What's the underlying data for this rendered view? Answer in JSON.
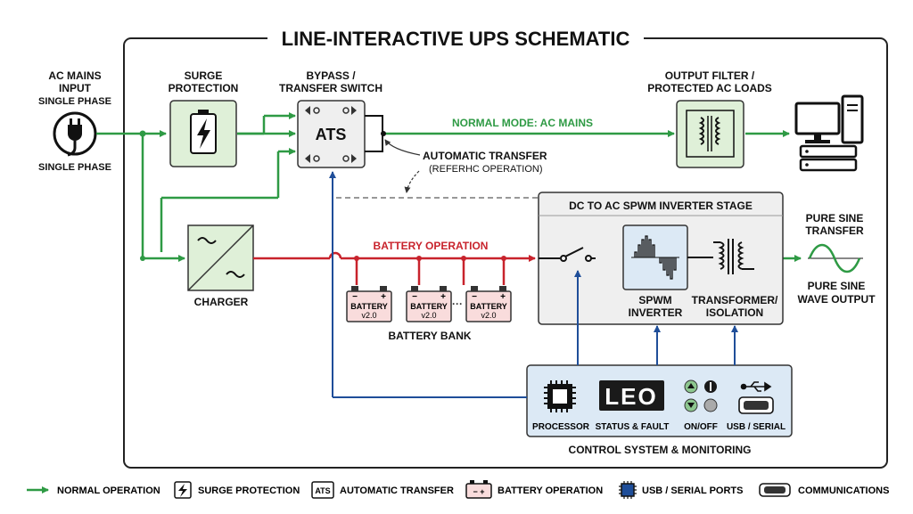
{
  "title": "LINE-INTERACTIVE UPS SCHEMATIC",
  "input": {
    "line1": "AC MAINS",
    "line2": "INPUT",
    "line3": "SINGLE PHASE",
    "line4": "SINGLE PHASE"
  },
  "surge": {
    "line1": "SURGE",
    "line2": "PROTECTION"
  },
  "bypass": {
    "line1": "BYPASS /",
    "line2": "TRANSFER SWITCH",
    "box": "ATS"
  },
  "output_filter": {
    "line1": "OUTPUT FILTER /",
    "line2": "PROTECTED AC LOADS"
  },
  "normal_mode": "NORMAL MODE: AC MAINS",
  "auto_transfer": {
    "line1": "AUTOMATIC TRANSFER",
    "line2": "(REFERHC OPERATION)"
  },
  "charger": "CHARGER",
  "battery_operation": "BATTERY OPERATION",
  "battery": {
    "label": "BATTERY",
    "version": "v2.0",
    "minus": "−",
    "plus": "+"
  },
  "battery_bank": "BATTERY BANK",
  "inverter_stage": {
    "title": "DC TO AC SPWM INVERTER STAGE",
    "spwm1": "SPWM",
    "spwm2": "INVERTER",
    "tr1": "TRANSFORMER/",
    "tr2": "ISOLATION"
  },
  "pure_sine": {
    "t1": "PURE SINE",
    "t2": "TRANSFER",
    "o1": "PURE SINE",
    "o2": "WAVE OUTPUT"
  },
  "control": {
    "processor": "PROCESSOR",
    "display": "LEO",
    "status": "STATUS & FAULT",
    "onoff": "ON/OFF",
    "usb": "USB / SERIAL",
    "title": "CONTROL SYSTEM & MONITORING"
  },
  "legend": [
    {
      "icon": "green-arrow-icon",
      "label": "NORMAL OPERATION"
    },
    {
      "icon": "lightning-icon",
      "label": "SURGE PROTECTION"
    },
    {
      "icon": "ats-icon",
      "label": "AUTOMATIC TRANSFER",
      "icon_text": "ATS"
    },
    {
      "icon": "battery-icon",
      "label": "BATTERY OPERATION"
    },
    {
      "icon": "chip-icon",
      "label": "USB / SERIAL PORTS"
    },
    {
      "icon": "serial-port-icon",
      "label": "COMMUNICATIONS"
    }
  ],
  "colors": {
    "green": "#2e9a44",
    "red": "#c8232c",
    "blue": "#1f4e99",
    "panel_green": "#dff0d8",
    "panel_blue": "#dce9f5",
    "panel_gray": "#efefef",
    "battery_pink": "#f9dcdc"
  }
}
